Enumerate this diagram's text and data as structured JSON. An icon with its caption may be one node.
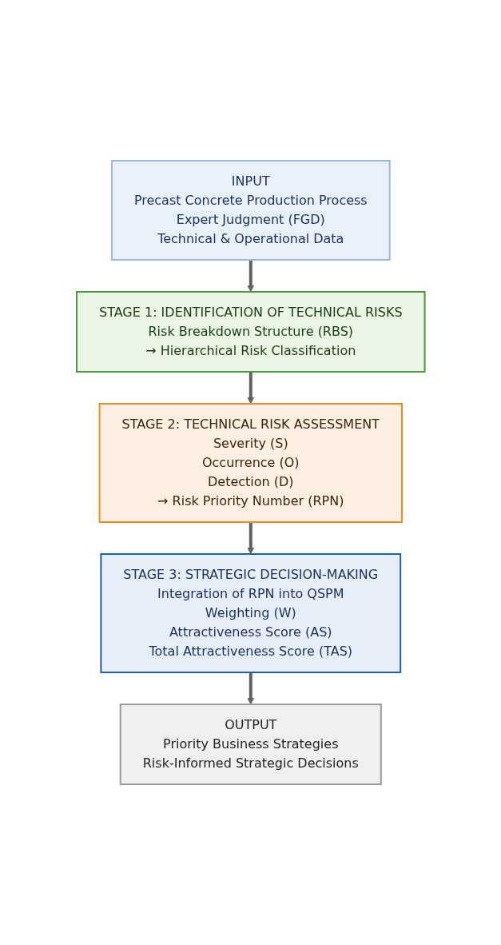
{
  "diagram": {
    "nodes": [
      {
        "text": [
          "INPUT",
          "Precast Concrete Production Process",
          "Expert Judgment (FGD)",
          "Technical & Operational Data"
        ]
      },
      {
        "text": [
          "STAGE 1: IDENTIFICATION OF TECHNICAL RISKS",
          "Risk Breakdown Structure (RBS)",
          "→ Hierarchical Risk Classification"
        ]
      },
      {
        "text": [
          "STAGE 2: TECHNICAL RISK ASSESSMENT",
          "Severity (S)",
          "Occurrence (O)",
          "Detection (D)",
          "→ Risk Priority Number (RPN)"
        ]
      },
      {
        "text": [
          "STAGE 3: STRATEGIC DECISION-MAKING",
          "Integration of RPN into QSPM",
          "Weighting (W)",
          "Attractiveness Score (AS)",
          "Total Attractiveness Score (TAS)"
        ]
      },
      {
        "text": [
          "OUTPUT",
          "Priority Business Strategies",
          "Risk-Informed Strategic Decisions"
        ]
      }
    ],
    "edges": [
      {
        "from": 0,
        "to": 1,
        "arrow": "to"
      },
      {
        "from": 1,
        "to": 2,
        "arrow": "to"
      },
      {
        "from": 2,
        "to": 3,
        "arrow": "to"
      },
      {
        "from": 3,
        "to": 4,
        "arrow": "to"
      }
    ]
  }
}
